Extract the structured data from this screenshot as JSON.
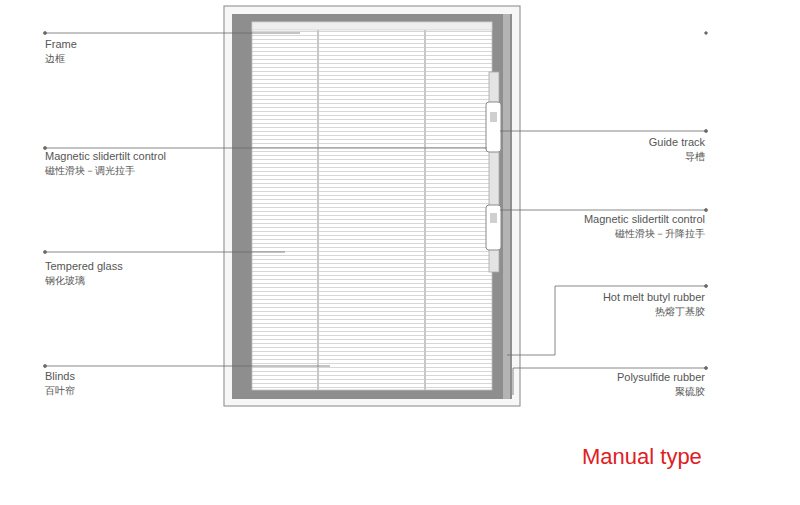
{
  "diagram": {
    "labels": [
      "Frame",
      "边框",
      "Magnetic slidertilt control",
      "磁性滑块－调光拉手",
      "Tempered glass",
      "钢化玻璃",
      "Blinds",
      "百叶帘",
      "Guide track",
      "导槽",
      "Magnetic slidertilt control",
      "磁性滑块－升降拉手",
      "Hot melt butyl rubber",
      "热熔丁基胶",
      "Polysulfide rubber",
      "聚硫胶",
      "Manual type"
    ]
  }
}
